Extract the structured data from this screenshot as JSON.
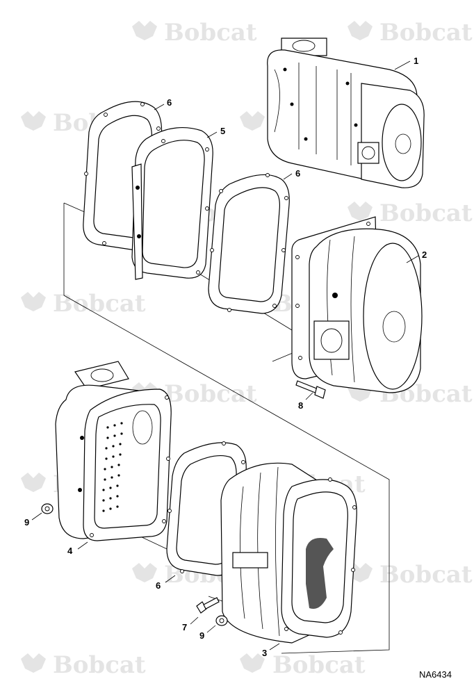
{
  "watermark": {
    "text": "Bobcat"
  },
  "callouts": {
    "c1": "1",
    "c2": "2",
    "c3": "3",
    "c4": "4",
    "c5": "5",
    "c6a": "6",
    "c6b": "6",
    "c6c": "6",
    "c7": "7",
    "c8": "8",
    "c9a": "9",
    "c9b": "9"
  },
  "reference_code": "NA6434"
}
